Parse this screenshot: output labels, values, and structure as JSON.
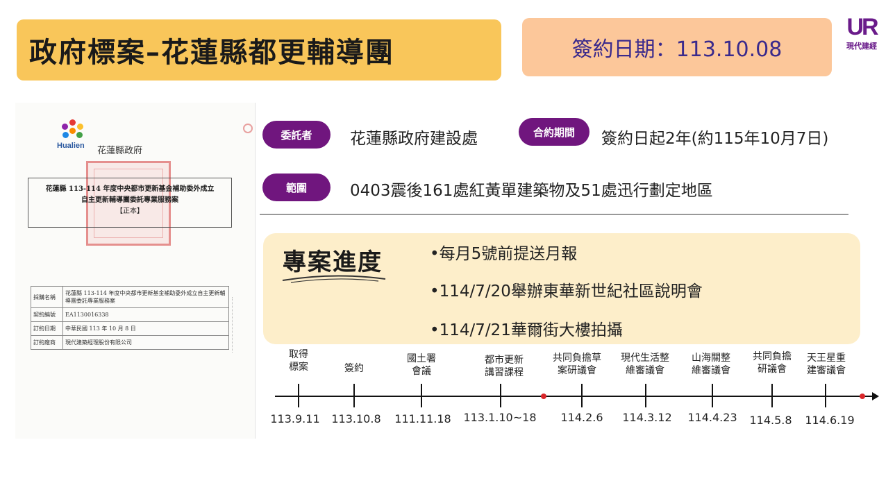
{
  "header": {
    "title": "政府標案–花蓮縣都更輔導團",
    "sign_date": "簽約日期：113.10.08"
  },
  "logo": {
    "mark": "UR",
    "text": "現代建經",
    "icon": "ur-logo-icon",
    "color": "#6a1b8a"
  },
  "document": {
    "org_name": "Hualien",
    "gov_name": "花蓮縣政府",
    "title_line1": "花蓮縣 113-114 年度中央都市更新基金補助委外成立",
    "title_line2": "自主更新輔導團委託專業服務案",
    "title_line3": "【正本】",
    "table": [
      {
        "key": "採購名稱",
        "value": "花蓮縣 113-114 年度中央都市更新基金補助委外成立自主更新輔導團委託專業服務案"
      },
      {
        "key": "契約編號",
        "value": "EA1130016338"
      },
      {
        "key": "訂約日期",
        "value": "中華民國 113 年 10 月 8 日"
      },
      {
        "key": "訂約廠商",
        "value": "現代建築經理股份有限公司"
      }
    ]
  },
  "info": {
    "client_label": "委託者",
    "client_value": "花蓮縣政府建設處",
    "period_label": "合約期間",
    "period_value": "簽約日起2年(約115年10月7日)",
    "scope_label": "範圍",
    "scope_value": "0403震後161處紅黃單建築物及51處迅行劃定地區"
  },
  "progress": {
    "title": "專案進度",
    "bullets": [
      "•每月5號前提送月報",
      "•114/7/20舉辦東華新世紀社區說明會",
      "•114/7/21華爾街大樓拍攝"
    ]
  },
  "timeline": {
    "events": [
      {
        "label": "取得\n標案",
        "date": "113.9.11"
      },
      {
        "label": "簽約",
        "date": "113.10.8"
      },
      {
        "label": "國土署\n會議",
        "date": "111.11.18"
      },
      {
        "label": "都市更新\n講習課程",
        "date": "113.1.10~18"
      },
      {
        "label": "共同負擔草\n案研議會",
        "date": "114.2.6"
      },
      {
        "label": "現代生活整\n維審議會",
        "date": "114.3.12"
      },
      {
        "label": "山海關整\n維審議會",
        "date": "114.4.23"
      },
      {
        "label": "共同負擔\n研議會",
        "date": "114.5.8"
      },
      {
        "label": "天王星重\n建審議會",
        "date": "114.6.19"
      }
    ],
    "accent": "#d9262a"
  },
  "colors": {
    "title_bg": "#f9c65a",
    "date_bg": "#fcc79a",
    "pill": "#70167e",
    "progress_bg": "#fdeeca"
  }
}
